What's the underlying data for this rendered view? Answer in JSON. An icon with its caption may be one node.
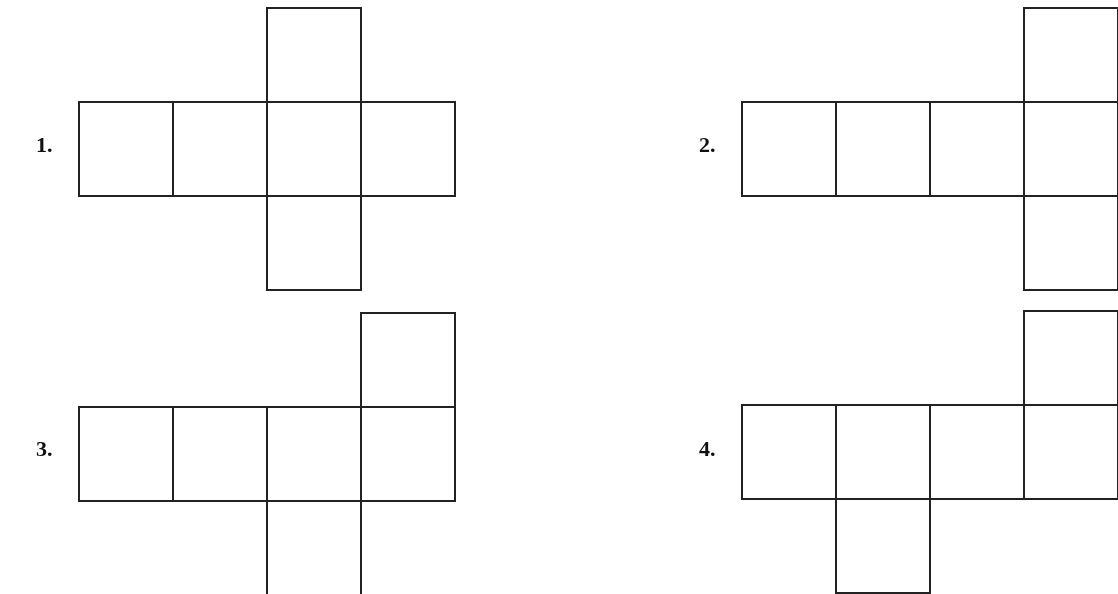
{
  "diagram": {
    "labels": [
      "1.",
      "2.",
      "3.",
      "4."
    ]
  }
}
